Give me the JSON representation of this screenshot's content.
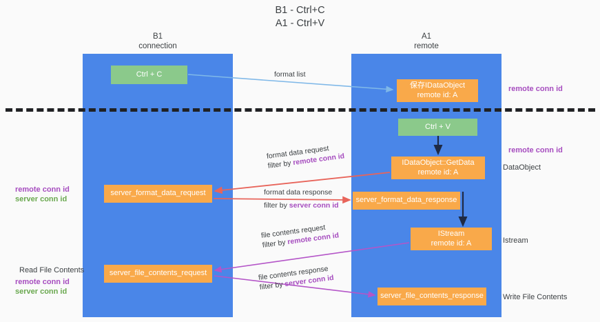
{
  "title": {
    "line1": "B1 - Ctrl+C",
    "line2": "A1 - Ctrl+V"
  },
  "columns": {
    "left": {
      "name": "B1",
      "role": "connection"
    },
    "right": {
      "name": "A1",
      "role": "remote"
    }
  },
  "boxes": {
    "ctrl_c": "Ctrl + C",
    "ctrl_v": "Ctrl + V",
    "save_dataobject_line1": "保存IDataObject",
    "save_dataobject_line2": "remote id: A",
    "getdata_line1": "IDataObject::GetData",
    "getdata_line2": "remote id: A",
    "istream_line1": "IStream",
    "istream_line2": "remote id: A",
    "server_format_data_request": "server_format_data_request",
    "server_format_data_response": "server_format_data_response",
    "server_file_contents_request": "server_file_contents_request",
    "server_file_contents_response": "server_file_contents_response"
  },
  "edges": {
    "format_list": "format list",
    "format_data_request": "format data request",
    "format_data_request_filter_prefix": "filter by ",
    "format_data_request_filter_key": "remote conn id",
    "format_data_response": "format data response",
    "format_data_response_filter_prefix": "filter by ",
    "format_data_response_filter_key": "server conn id",
    "file_contents_request": "file contents request",
    "file_contents_request_filter_prefix": "filter by ",
    "file_contents_request_filter_key": "remote conn id",
    "file_contents_response": "file contents response",
    "file_contents_response_filter_prefix": "filter by ",
    "file_contents_response_filter_key": "server conn id"
  },
  "annotations": {
    "right_remote_conn_id_top": "remote conn id",
    "right_remote_conn_id_mid": "remote conn id",
    "right_dataobject": "DataObject",
    "right_istream": "Istream",
    "right_write_file_contents": "Write File Contents",
    "left_remote_conn_id_1": "remote conn id",
    "left_server_conn_id_1": "server conn id",
    "left_read_file_contents": "Read File Contents",
    "left_remote_conn_id_2": "remote conn id",
    "left_server_conn_id_2": "server conn id"
  },
  "colors": {
    "column_blue": "#4a86e8",
    "box_green": "#8bc98b",
    "box_orange": "#f9a94a",
    "arrow_light_blue": "#7fb8e8",
    "arrow_red": "#e8645a",
    "arrow_purple": "#b455c8",
    "arrow_dark": "#1f2a44",
    "key_purple": "#a64dbf",
    "key_green": "#6aa84f",
    "divider_black": "#202124"
  }
}
